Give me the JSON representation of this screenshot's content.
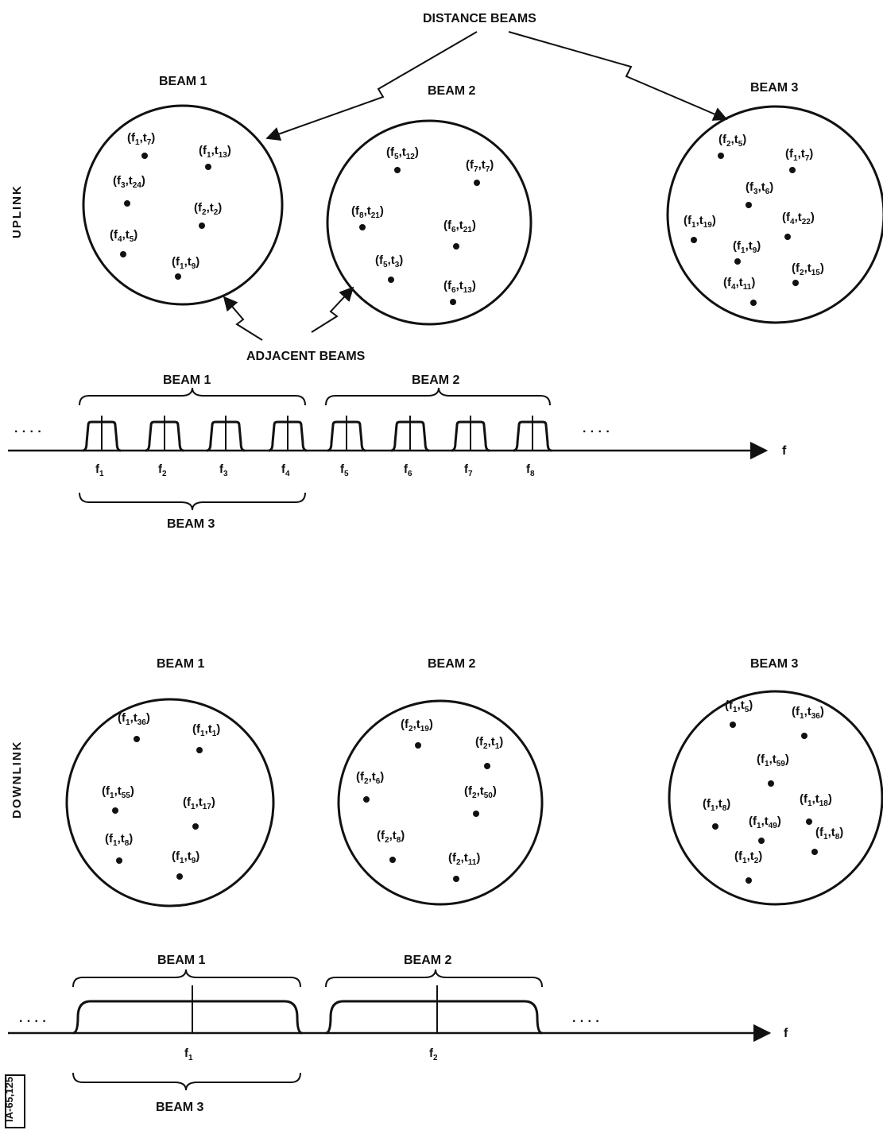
{
  "labels": {
    "distance_beams": "DISTANCE BEAMS",
    "adjacent_beams": "ADJACENT BEAMS",
    "uplink": "UPLINK",
    "downlink": "DOWNLINK",
    "beam1": "BEAM 1",
    "beam2": "BEAM 2",
    "beam3": "BEAM 3",
    "ellipsis": "· · · ·",
    "f_axis": "f",
    "figure_code": "IA-65,125"
  },
  "uplink": {
    "beams": [
      {
        "title": "BEAM 1",
        "points": [
          [
            "1",
            "7"
          ],
          [
            "1",
            "13"
          ],
          [
            "3",
            "24"
          ],
          [
            "2",
            "2"
          ],
          [
            "4",
            "5"
          ],
          [
            "1",
            "9"
          ]
        ]
      },
      {
        "title": "BEAM 2",
        "points": [
          [
            "5",
            "12"
          ],
          [
            "7",
            "7"
          ],
          [
            "8",
            "21"
          ],
          [
            "6",
            "21"
          ],
          [
            "5",
            "3"
          ],
          [
            "6",
            "13"
          ]
        ]
      },
      {
        "title": "BEAM 3",
        "points": [
          [
            "2",
            "5"
          ],
          [
            "1",
            "7"
          ],
          [
            "3",
            "6"
          ],
          [
            "1",
            "19"
          ],
          [
            "4",
            "22"
          ],
          [
            "1",
            "9"
          ],
          [
            "2",
            "15"
          ],
          [
            "4",
            "11"
          ]
        ]
      }
    ],
    "channels": [
      "1",
      "2",
      "3",
      "4",
      "5",
      "6",
      "7",
      "8"
    ]
  },
  "downlink": {
    "beams": [
      {
        "title": "BEAM 1",
        "points": [
          [
            "1",
            "36"
          ],
          [
            "1",
            "1"
          ],
          [
            "1",
            "55"
          ],
          [
            "1",
            "17"
          ],
          [
            "1",
            "8"
          ],
          [
            "1",
            "9"
          ]
        ]
      },
      {
        "title": "BEAM 2",
        "points": [
          [
            "2",
            "19"
          ],
          [
            "2",
            "1"
          ],
          [
            "2",
            "6"
          ],
          [
            "2",
            "50"
          ],
          [
            "2",
            "8"
          ],
          [
            "2",
            "11"
          ]
        ]
      },
      {
        "title": "BEAM 3",
        "points": [
          [
            "1",
            "5"
          ],
          [
            "1",
            "36"
          ],
          [
            "1",
            "59"
          ],
          [
            "1",
            "8"
          ],
          [
            "1",
            "18"
          ],
          [
            "1",
            "49"
          ],
          [
            "1",
            "8"
          ],
          [
            "1",
            "2"
          ]
        ]
      }
    ],
    "channels": [
      "1",
      "2"
    ]
  }
}
